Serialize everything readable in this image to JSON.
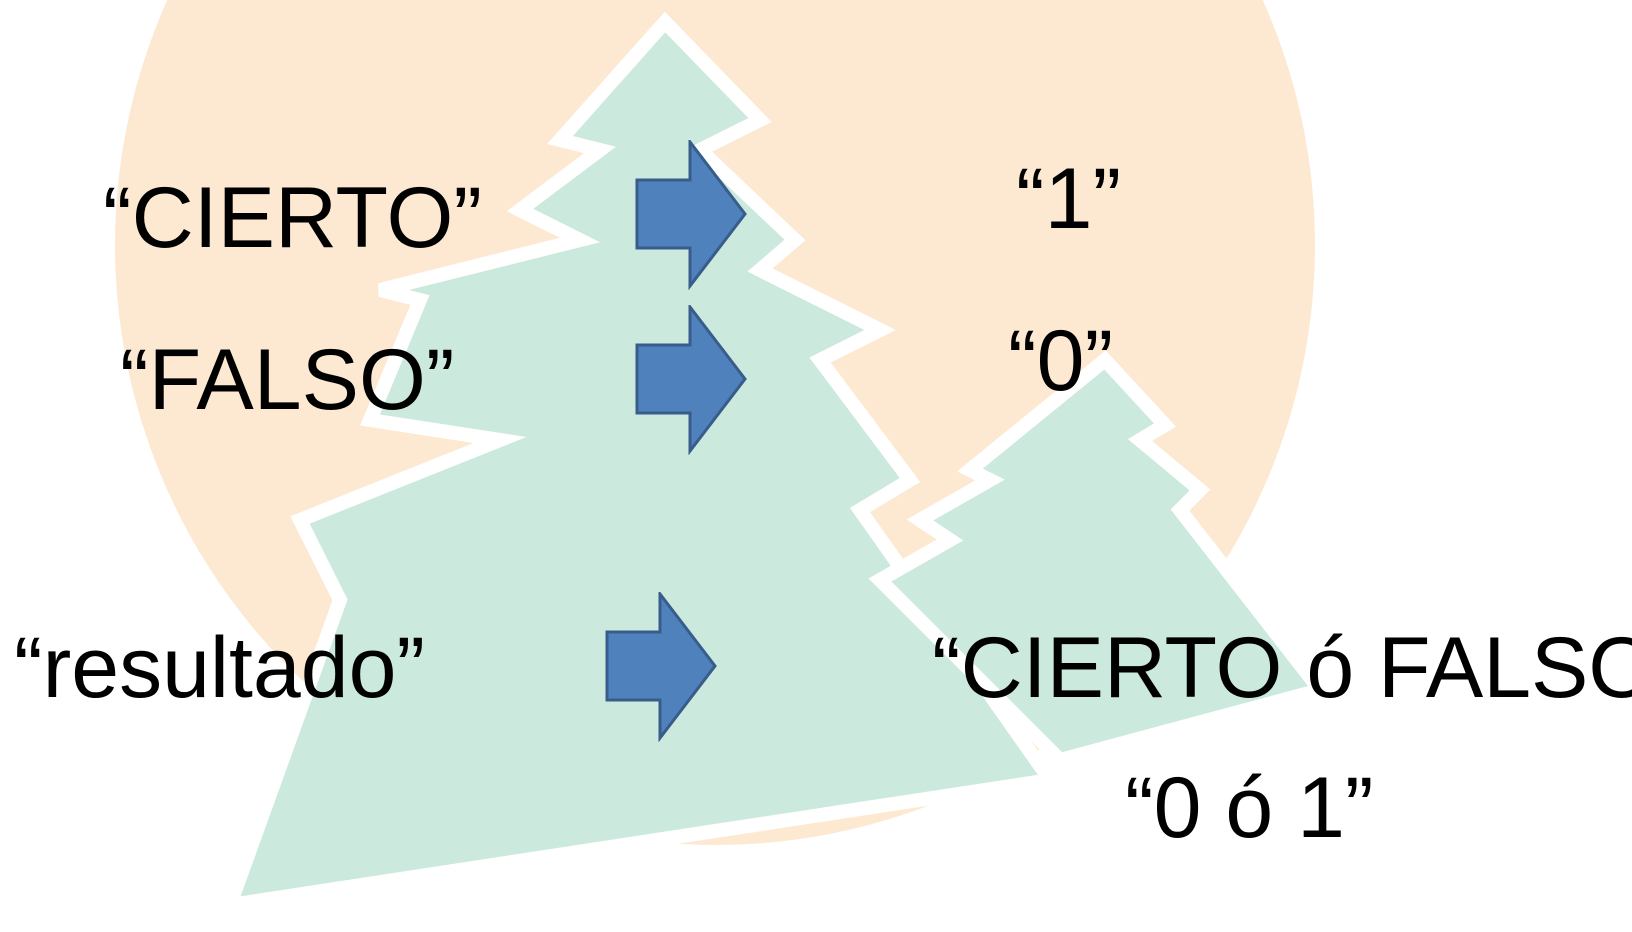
{
  "colors": {
    "sun": "#fde9d1",
    "tree": "#cce9dd",
    "tree_outline": "#ffffff",
    "arrow_fill": "#4f81bd",
    "arrow_stroke": "#385d8a",
    "text": "#000000"
  },
  "rows": [
    {
      "left": "“CIERTO”",
      "right": "“1”"
    },
    {
      "left": "“FALSO”",
      "right": "“0”"
    },
    {
      "left": "“resultado”",
      "right": "“CIERTO ó FALSO”",
      "right_extra": "“0 ó 1”"
    }
  ],
  "icons": [
    "right-arrow-icon",
    "right-arrow-icon",
    "right-arrow-icon"
  ]
}
